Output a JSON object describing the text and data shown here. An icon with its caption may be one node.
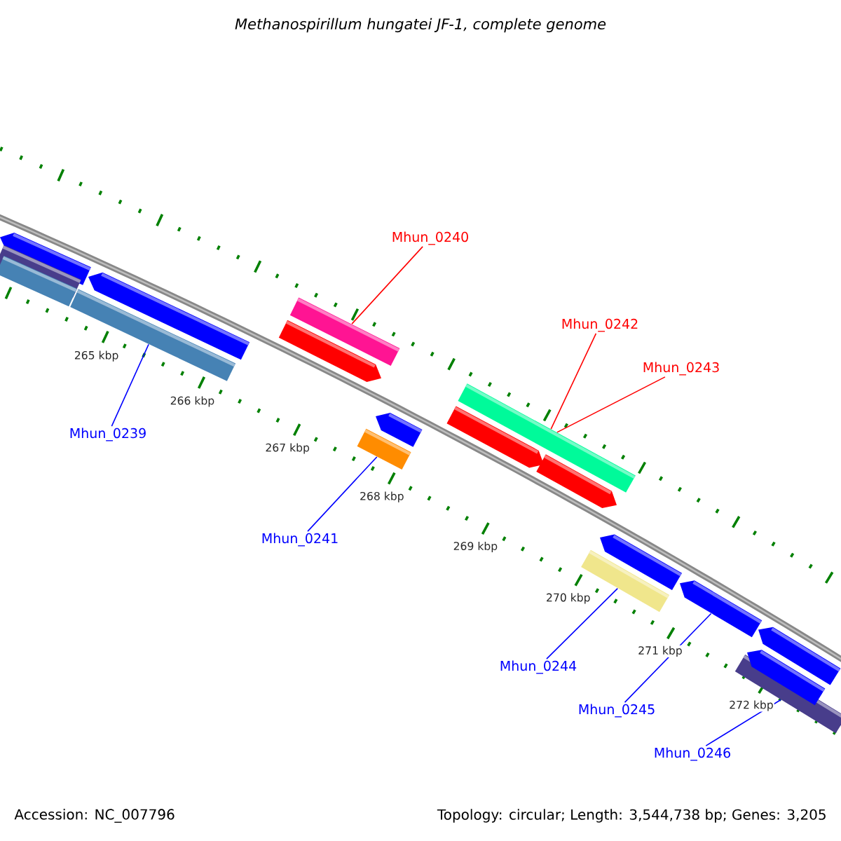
{
  "diagram": {
    "title": "Methanospirillum hungatei JF-1, complete genome",
    "nodes": [
      {
        "text": [
          "Mhun_0239"
        ]
      },
      {
        "text": [
          "Mhun_0240"
        ]
      },
      {
        "text": [
          "Mhun_0241"
        ]
      },
      {
        "text": [
          "Mhun_0242"
        ]
      },
      {
        "text": [
          "Mhun_0243"
        ]
      },
      {
        "text": [
          "Mhun_0244"
        ]
      },
      {
        "text": [
          "Mhun_0245"
        ]
      },
      {
        "text": [
          "Mhun_0246"
        ]
      },
      {
        "text": [],
        "shape": "pentagon"
      },
      {
        "text": [],
        "shape": "bar"
      },
      {
        "text": [],
        "shape": "bar"
      },
      {
        "text": [],
        "shape": "bar"
      },
      {
        "text": [],
        "shape": "pentagon"
      },
      {
        "text": [],
        "shape": "pentagon"
      },
      {
        "text": [],
        "shape": "bar"
      },
      {
        "text": [],
        "shape": "bar"
      },
      {
        "text": [],
        "shape": "pentagon"
      },
      {
        "text": [],
        "shape": "pentagon"
      },
      {
        "text": [],
        "shape": "bar"
      },
      {
        "text": [],
        "shape": "pentagon"
      },
      {
        "text": [],
        "shape": "bar"
      },
      {
        "text": [],
        "shape": "pentagon"
      },
      {
        "text": [],
        "shape": "pentagon"
      },
      {
        "text": [],
        "shape": "bar"
      },
      {
        "text": [],
        "shape": "pentagon"
      },
      {
        "text": [],
        "shape": "pentagon"
      }
    ],
    "edges": [
      {
        "from": 0,
        "to": 11,
        "arrow": "none"
      },
      {
        "from": 1,
        "to": 14,
        "arrow": "none",
        "color": "#ff0000"
      },
      {
        "from": 2,
        "to": 15,
        "arrow": "none"
      },
      {
        "from": 3,
        "to": 18,
        "arrow": "none",
        "color": "#ff0000"
      },
      {
        "from": 4,
        "to": 18,
        "arrow": "none",
        "color": "#ff0000"
      },
      {
        "from": 5,
        "to": 20,
        "arrow": "none"
      },
      {
        "from": 6,
        "to": 22,
        "arrow": "none"
      },
      {
        "from": 7,
        "to": 23,
        "arrow": "none"
      }
    ],
    "labels": [
      "265 kbp",
      "266 kbp",
      "267 kbp",
      "268 kbp",
      "269 kbp",
      "270 kbp",
      "271 kbp",
      "272 kbp",
      "Accession: NC_007796",
      "Topology: circular; Length: 3,544,738 bp; Genes: 3,205"
    ]
  }
}
